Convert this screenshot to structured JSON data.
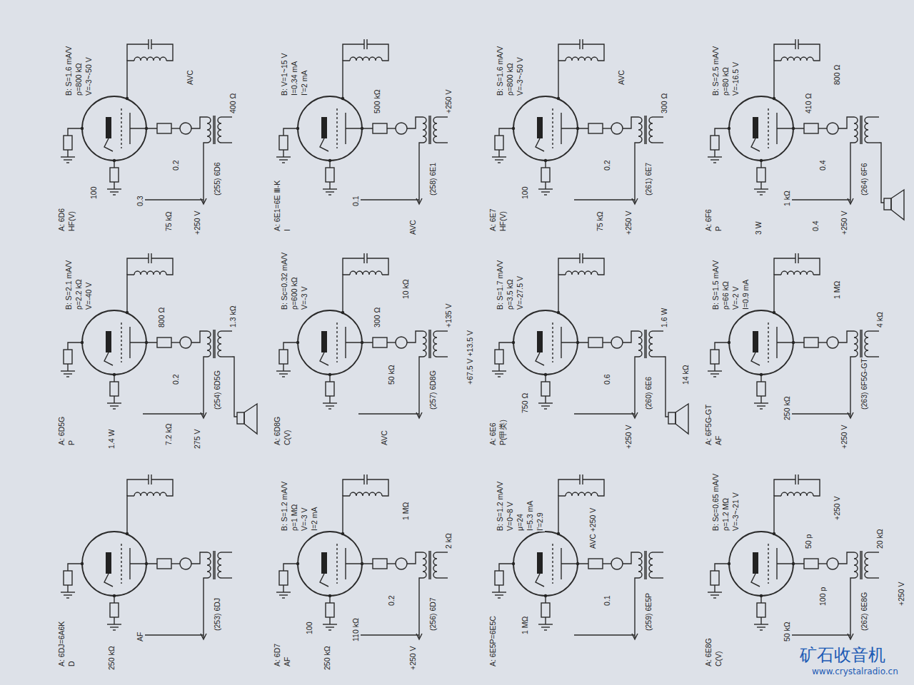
{
  "diagram": {
    "labels": [
      "A: 6DJ=6A6K",
      "D",
      "AF",
      "250 kΩ",
      "(253) 6DJ",
      "B: S=2.1 mA/V",
      "ρ=2.2 kΩ",
      "V=-40 V",
      "800 Ω",
      "1.3 kΩ",
      "0.2",
      "7.2 kΩ",
      "1.4 W",
      "275 V",
      "A: 6D5G",
      "P",
      "(254) 6D5G",
      "B: S=1.6 mA/V",
      "ρ=800 kΩ",
      "V=-3~-50 V",
      "AVC",
      "400 Ω",
      "0.2",
      "75 kΩ",
      "0.3",
      "+250 V",
      "A: 6D6",
      "HF(V)",
      "100",
      "(255) 6D6",
      "B: S=1.2 mA/V",
      "ρ=1 MΩ",
      "V=-3 V",
      "I=2 mA",
      "1 MΩ",
      "2 kΩ",
      "0.2",
      "A: 6D7",
      "AF",
      "100",
      "110 kΩ",
      "250 kΩ",
      "+250 V",
      "(256) 6D7",
      "B: Sc=0.32 mA/V",
      "ρ=600 kΩ",
      "V=-3 V",
      "+67.5 V +13.5 V",
      "10 kΩ",
      "+135 V",
      "300 Ω",
      "50 kΩ",
      "AVC",
      "A: 6D8G",
      "C(V)",
      "(257) 6D8G",
      "B: V=1~15 V",
      "I=0.34 mA",
      "I'=2 mA",
      "500 kΩ",
      "+250 V",
      "A: 6E1=6E Ⅲ-K",
      "I",
      "0.1",
      "AVC",
      "(258) 6E1",
      "B: S=1.2 mA/V",
      "V=0~8 V",
      "μ=24",
      "I=5.3 mA",
      "I'=2.9",
      "AVC +250 V",
      "1 MΩ",
      "0.1",
      "A: 6E5P=6E5C",
      "(259) 6E5P",
      "B: S=1.7 mA/V",
      "ρ=3.5 kΩ",
      "V=-27.5 V",
      "750 Ω",
      "A: 6E6",
      "P(甲类)",
      "1.6 W",
      "14 kΩ",
      "0.6",
      "+250 V",
      "(260) 6E6",
      "B: S=1.6 mA/V",
      "ρ=800 kΩ",
      "V=-3~-50 V",
      "AVC",
      "300 Ω",
      "75 kΩ",
      "0.2",
      "+250 V",
      "A: 6E7",
      "HF(V)",
      "100",
      "(261) 6E7",
      "B: Sc=0.65 mA/V",
      "ρ=1.2 MΩ",
      "V=-3~-21 V",
      "+250 V",
      "20 kΩ",
      "+250 V",
      "50 p",
      "100 p",
      "50 kΩ",
      "A: 6E8G",
      "C(V)",
      "(262) 6E8G",
      "B: S=1.5 mA/V",
      "ρ=66 kΩ",
      "V=-2 V",
      "I=0.9 mA",
      "1 MΩ",
      "4 kΩ",
      "250 kΩ",
      "+250 V",
      "A: 6F5G-GT",
      "AF",
      "(263) 6F5G-GT",
      "B: S=2.5 mA/V",
      "ρ=80 kΩ",
      "V=-16.5 V",
      "800 Ω",
      "410 Ω",
      "1 kΩ",
      "0.4",
      "0.4",
      "3 W",
      "+250 V",
      "A: 6F6",
      "P",
      "(264) 6F6",
      "矿石收音机",
      "www.crystalradio.cn"
    ]
  }
}
